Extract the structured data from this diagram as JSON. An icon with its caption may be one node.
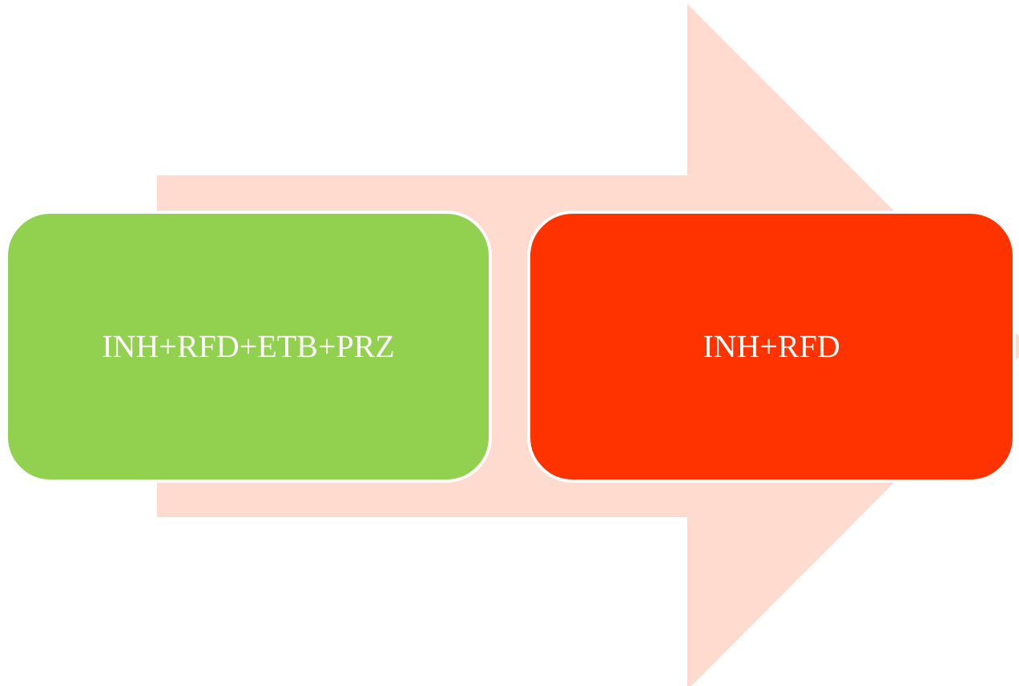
{
  "diagram": {
    "nodes": [
      {
        "text": [
          "INH+RFD+ETB+PRZ"
        ]
      },
      {
        "text": [
          "INH+RFD"
        ]
      }
    ],
    "edges": [
      {
        "from": 0,
        "to": 1,
        "arrow": "to"
      }
    ]
  }
}
